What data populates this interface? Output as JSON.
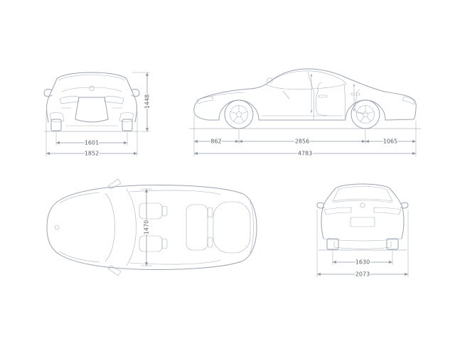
{
  "colors": {
    "background": "#ffffff",
    "line": "#9aa3b0",
    "dimension": "#8f97a3",
    "text": "#575c64"
  },
  "views": {
    "front": {
      "track_width": "1601",
      "overall_width": "1852",
      "overall_height": "1448"
    },
    "side": {
      "front_overhang": "862",
      "wheelbase": "2856",
      "rear_overhang": "1065",
      "overall_length": "4783"
    },
    "top": {
      "interior_width": "1470"
    },
    "rear": {
      "track_width": "1630",
      "width_incl_mirrors": "2073"
    }
  }
}
